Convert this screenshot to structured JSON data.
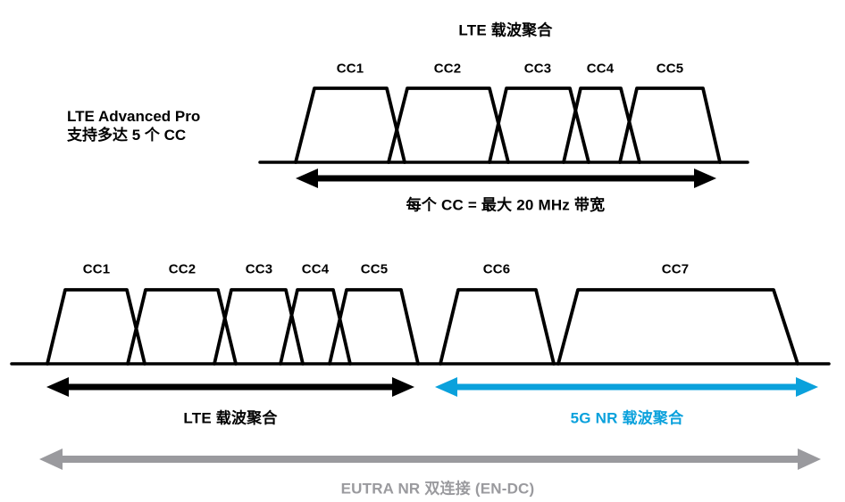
{
  "title": "LTE 载波聚合",
  "colors": {
    "black": "#000000",
    "blue": "#0AA1DC",
    "gray": "#9A9A9E"
  },
  "top_section": {
    "side_label": {
      "line1": "LTE Advanced Pro",
      "line2": "支持多达 5 个 CC"
    },
    "carriers": [
      "CC1",
      "CC2",
      "CC3",
      "CC4",
      "CC5"
    ],
    "bandwidth_arrow_label": "每个 CC = 最大 20 MHz 带宽"
  },
  "bottom_section": {
    "carriers": [
      "CC1",
      "CC2",
      "CC3",
      "CC4",
      "CC5",
      "CC6",
      "CC7"
    ],
    "lte_arrow_label": "LTE 载波聚合",
    "nr_arrow_label": "5G NR 载波聚合",
    "endc_arrow_label": "EUTRA NR 双连接 (EN-DC)"
  }
}
